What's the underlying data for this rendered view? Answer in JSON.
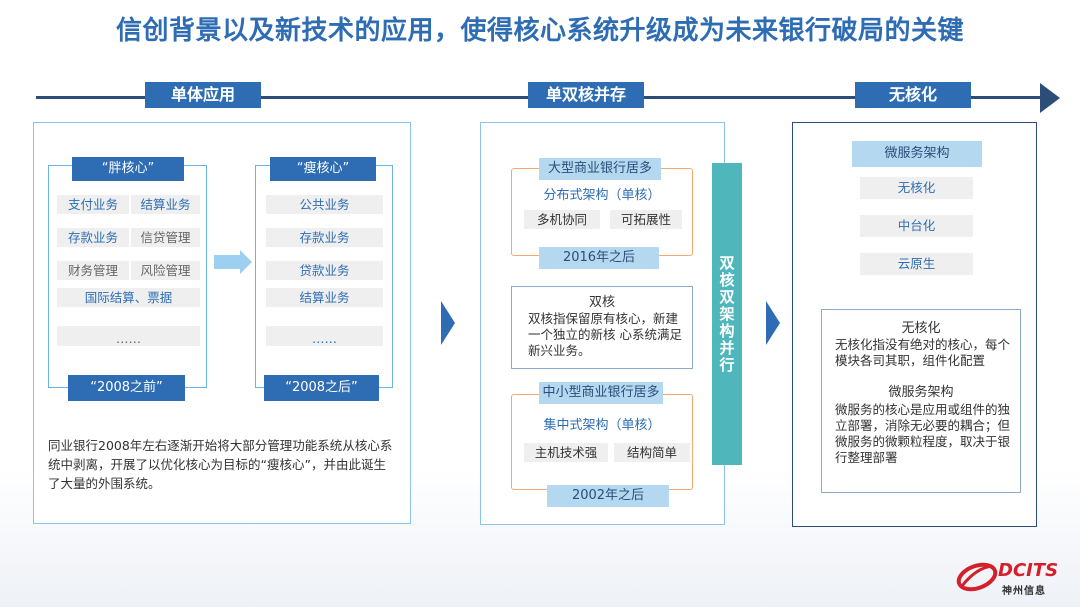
{
  "title": "信创背景以及新技术的应用，使得核心系统升级成为未来银行破局的关键",
  "stages": {
    "s1": "单体应用",
    "s2": "单双核并存",
    "s3": "无核化"
  },
  "panel1": {
    "fat_core": {
      "label": "“胖核心”",
      "items": [
        "支付业务",
        "结算业务",
        "存款业务",
        "信贷管理",
        "财务管理",
        "风险管理",
        "国际结算、票据",
        "……"
      ],
      "era": "“2008之前”"
    },
    "thin_core": {
      "label": "“瘦核心”",
      "items": [
        "公共业务",
        "存款业务",
        "贷款业务",
        "结算业务",
        "……"
      ],
      "era": "“2008之后”"
    },
    "description": "同业银行2008年左右逐渐开始将大部分管理功能系统从核心系统中剥离，开展了以优化核心为目标的“瘦核心”，并由此诞生了大量的外围系统。"
  },
  "panel2": {
    "large_bank": {
      "header": "大型商业银行居多",
      "arch": "分布式架构（单核）",
      "tags": [
        "多机协同",
        "可拓展性"
      ],
      "year": "2016年之后"
    },
    "dual": {
      "title": "双核",
      "text": "双核指保留原有核心，新建一个独立的新核 心系统满足新兴业务。"
    },
    "small_bank": {
      "header": "中小型商业银行居多",
      "arch": "集中式架构（单核）",
      "tags": [
        "主机技术强",
        "结构简单"
      ],
      "year": "2002年之后"
    },
    "vertical": "双核双架构并行"
  },
  "panel3": {
    "header": "微服务架构",
    "items": [
      "无核化",
      "中台化",
      "云原生"
    ],
    "def1_title": "无核化",
    "def1_text": "无核化指没有绝对的核心，每个模块各司其职，组件化配置",
    "def2_title": "微服务架构",
    "def2_text": "微服务的核心是应用或组件的独立部署，消除无必要的耦合；但微服务的微颗粒程度，取决于银行整理部署"
  },
  "logo": {
    "brand": "DCITS",
    "cn": "神州信息"
  },
  "colors": {
    "primary": "#2e6db4",
    "timeline": "#2b4d78",
    "teal": "#4fb7bb",
    "orange": "#f3a974",
    "logo_red": "#d4202a"
  }
}
